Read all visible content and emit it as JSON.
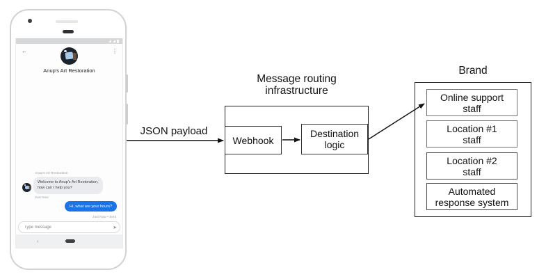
{
  "phone": {
    "status_bar": {
      "icons": [
        "network-signal",
        "wifi",
        "battery"
      ]
    },
    "header": {
      "back_icon": "←",
      "menu_icon": "⋮",
      "title": "Anup's Art Restoration"
    },
    "chat": {
      "sender_label": "Anup's Art Restoration",
      "incoming_message": "Welcome to Anup's Art Restoration,\nhow can I help you?",
      "incoming_time": "Just Now",
      "outgoing_message": "Hi, what are your hours?",
      "outgoing_meta": "Just Now • Sent"
    },
    "composer": {
      "placeholder": "Type message",
      "send_icon": "➤"
    },
    "nav": {
      "back_icon": "‹"
    }
  },
  "diagram": {
    "payload_label": "JSON payload",
    "routing_title": "Message routing\ninfrastructure",
    "webhook_label": "Webhook",
    "destination_label": "Destination\nlogic",
    "brand_title": "Brand",
    "brand_boxes": [
      "Online support\nstaff",
      "Location #1\nstaff",
      "Location #2\nstaff",
      "Automated\nresponse system"
    ]
  },
  "colors": {
    "outgoing_bubble": "#1a73e8",
    "incoming_bubble": "#e9ebee",
    "status_bar": "#d5d7d9",
    "diagram_stroke": "#111111"
  }
}
